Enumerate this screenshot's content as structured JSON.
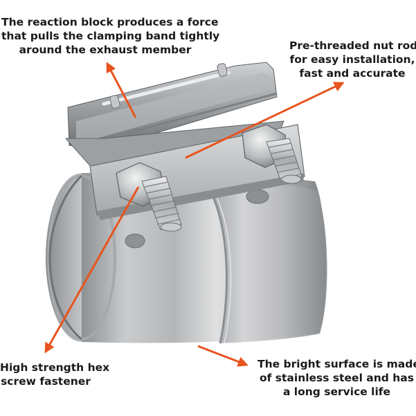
{
  "callouts": {
    "reaction_block": {
      "lines": [
        "The reaction block produces a force",
        "that pulls the clamping band tightly",
        "around the exhaust member"
      ]
    },
    "nut_rod": {
      "lines": [
        "Pre-threaded nut rod",
        "for easy installation,",
        "fast and accurate"
      ]
    },
    "hex_fastener": {
      "lines": [
        "High strength hex",
        "screw fastener"
      ]
    },
    "surface": {
      "lines": [
        "The bright surface is made",
        "of stainless steel and has",
        "a long service life"
      ]
    }
  },
  "colors": {
    "arrow": "#e8541e",
    "text": "#1a1a1a",
    "steel_light": "#e4e5e6",
    "steel_mid": "#a9abad",
    "steel_dark": "#6f7275"
  },
  "icons": {
    "arrow": "orange-arrow-icon"
  }
}
